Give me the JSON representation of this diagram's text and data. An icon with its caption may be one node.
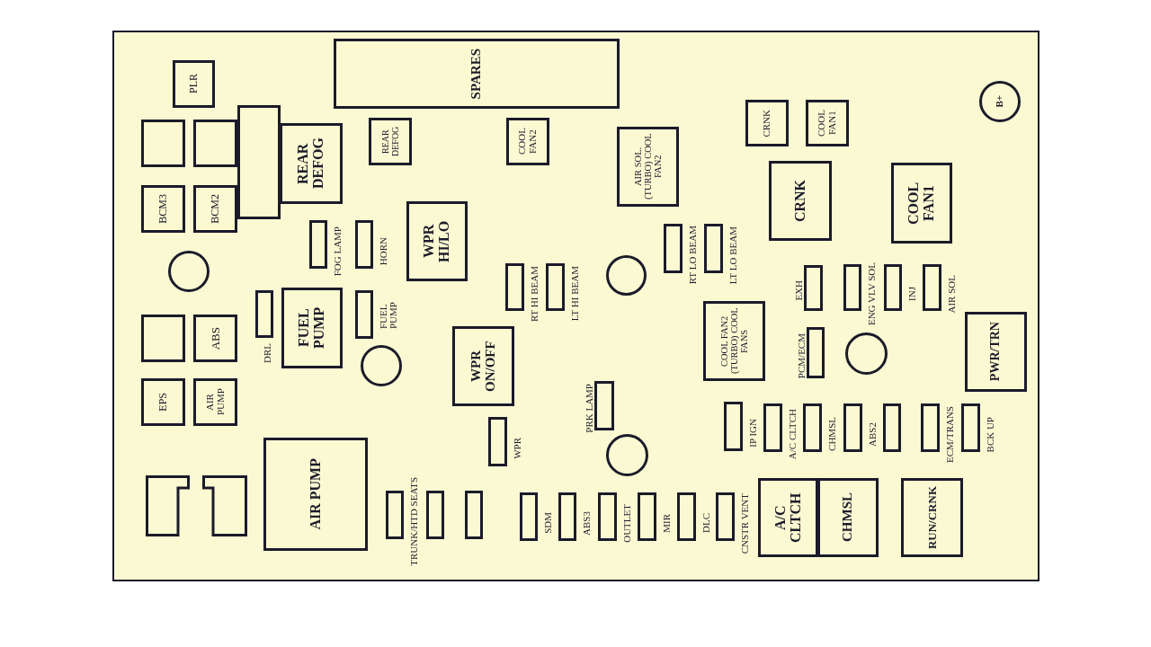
{
  "diagram": {
    "nodes": [
      {
        "text": [
          "SPARES"
        ]
      },
      {
        "text": [
          "PLR"
        ]
      },
      {
        "text": [
          "B+"
        ]
      },
      {
        "text": [
          "CRNK"
        ]
      },
      {
        "text": [
          "COOL FAN1"
        ]
      },
      {
        "text": [],
        "shape": "box"
      },
      {
        "text": [],
        "shape": "box"
      },
      {
        "text": [],
        "shape": "box"
      },
      {
        "text": [
          "REAR DEFOG"
        ]
      },
      {
        "text": [
          "REAR DEFOG"
        ]
      },
      {
        "text": [
          "COOL FAN2"
        ]
      },
      {
        "text": [
          "AIR SOL. (TURBO) COOL FAN2"
        ]
      },
      {
        "text": [
          "CRNK"
        ]
      },
      {
        "text": [
          "COOL FAN1"
        ]
      },
      {
        "text": [
          "BCM3"
        ]
      },
      {
        "text": [
          "BCM2"
        ]
      },
      {
        "text": [],
        "shape": "box",
        "beside": [
          "FOG LAMP"
        ]
      },
      {
        "text": [],
        "shape": "box",
        "beside": [
          "HORN"
        ]
      },
      {
        "text": [
          "WPR HI/LO"
        ]
      },
      {
        "text": [],
        "shape": "box",
        "beside": [
          "RT LO BEAM"
        ]
      },
      {
        "text": [],
        "shape": "box",
        "beside": [
          "LT LO BEAM"
        ]
      },
      {
        "text": [],
        "shape": "circle"
      },
      {
        "text": [],
        "shape": "box",
        "beside": [
          "RT HI BEAM"
        ]
      },
      {
        "text": [],
        "shape": "box",
        "beside": [
          "LT HI BEAM"
        ]
      },
      {
        "text": [],
        "shape": "circle"
      },
      {
        "text": [],
        "shape": "box",
        "beside": [
          "EXH"
        ]
      },
      {
        "text": [],
        "shape": "box",
        "beside": [
          "ENG VLV SOL"
        ]
      },
      {
        "text": [],
        "shape": "box",
        "beside": [
          "INJ"
        ]
      },
      {
        "text": [],
        "shape": "box",
        "beside": [
          "AIR SOL"
        ]
      },
      {
        "text": [],
        "shape": "box",
        "beside": [
          "DRL"
        ]
      },
      {
        "text": [
          "FUEL PUMP"
        ]
      },
      {
        "text": [],
        "shape": "box",
        "beside": [
          "FUEL PUMP"
        ]
      },
      {
        "text": [
          "COOL FAN2 (TURBO) COOL FANS"
        ]
      },
      {
        "text": [
          "PWR/TRN"
        ]
      },
      {
        "text": [],
        "shape": "box"
      },
      {
        "text": [
          "ABS"
        ]
      },
      {
        "text": [],
        "shape": "circle"
      },
      {
        "text": [
          "WPR ON/OFF"
        ]
      },
      {
        "text": [],
        "shape": "box",
        "beside": [
          "PCM/ECM"
        ]
      },
      {
        "text": [],
        "shape": "circle"
      },
      {
        "text": [
          "EPS"
        ]
      },
      {
        "text": [
          "AIR PUMP"
        ]
      },
      {
        "text": [],
        "shape": "box",
        "beside": [
          "PRK LAMP"
        ]
      },
      {
        "text": [],
        "shape": "box",
        "beside": [
          "IP IGN"
        ]
      },
      {
        "text": [],
        "shape": "box",
        "beside": [
          "A/C CLTCH"
        ]
      },
      {
        "text": [],
        "shape": "box",
        "beside": [
          "CHMSL"
        ]
      },
      {
        "text": [],
        "shape": "box",
        "beside": [
          "ABS2"
        ]
      },
      {
        "text": [],
        "shape": "box"
      },
      {
        "text": [],
        "shape": "box",
        "beside": [
          "ECM/TRANS"
        ]
      },
      {
        "text": [],
        "shape": "box",
        "beside": [
          "BCK UP"
        ]
      },
      {
        "text": [],
        "shape": "box",
        "beside": [
          "WPR"
        ]
      },
      {
        "text": [],
        "shape": "circle"
      },
      {
        "text": [
          "AIR PUMP"
        ]
      },
      {
        "text": [],
        "shape": "box"
      },
      {
        "text": [],
        "shape": "box"
      },
      {
        "text": [],
        "shape": "box",
        "beside": [
          "TRUNK/HTD SEATS"
        ]
      },
      {
        "text": [],
        "shape": "box"
      },
      {
        "text": [],
        "shape": "box"
      },
      {
        "text": [],
        "shape": "box",
        "beside": [
          "SDM"
        ]
      },
      {
        "text": [],
        "shape": "box",
        "beside": [
          "ABS3"
        ]
      },
      {
        "text": [],
        "shape": "box",
        "beside": [
          "OUTLET"
        ]
      },
      {
        "text": [],
        "shape": "box",
        "beside": [
          "MIR"
        ]
      },
      {
        "text": [],
        "shape": "box",
        "beside": [
          "DLC"
        ]
      },
      {
        "text": [],
        "shape": "box",
        "beside": [
          "CNSTR VENT"
        ]
      },
      {
        "text": [
          "A/C CLTCH"
        ]
      },
      {
        "text": [
          "CHMSL"
        ]
      },
      {
        "text": [
          "RUN/CRNK"
        ]
      }
    ]
  }
}
